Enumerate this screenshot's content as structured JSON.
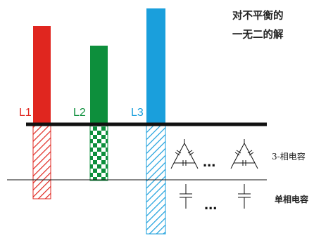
{
  "title_line1": "对不平衡的",
  "title_line2": "一无二的解",
  "phases": [
    {
      "label": "L1",
      "color": "#e0261f"
    },
    {
      "label": "L2",
      "color": "#0d8f3c"
    },
    {
      "label": "L3",
      "color": "#1a9fdc"
    }
  ],
  "ellipsis": "...",
  "three_phase_capacitor_label": "3-相电容",
  "single_phase_capacitor_label": "单相电容"
}
